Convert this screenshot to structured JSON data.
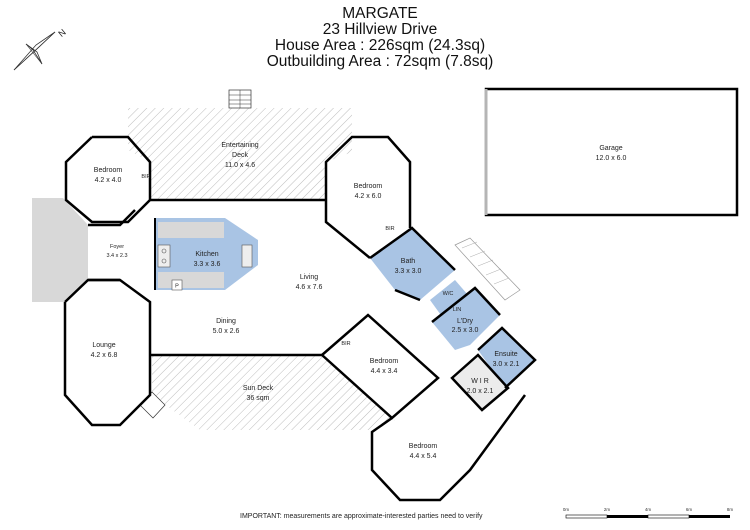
{
  "header": {
    "suburb": "MARGATE",
    "address": "23 Hillview Drive",
    "house_area": "House Area : 226sqm (24.3sq)",
    "outbuilding_area": "Outbuilding Area : 72sqm (7.8sq)"
  },
  "compass": {
    "icon": "north-arrow-icon",
    "label": "N"
  },
  "rooms": {
    "bedroom1": {
      "name": "Bedroom",
      "size": "4.2 x 4.0"
    },
    "bedroom1_bir": {
      "name": "BIR"
    },
    "ent_deck": {
      "name1": "Entertaining",
      "name2": "Deck",
      "size": "11.0 x 4.6"
    },
    "bedroom2": {
      "name": "Bedroom",
      "size": "4.2 x 6.0"
    },
    "bedroom2_bir": {
      "name": "BIR"
    },
    "garage": {
      "name": "Garage",
      "size": "12.0 x 6.0"
    },
    "foyer": {
      "name": "Foyer",
      "size": "3.4 x 2.3"
    },
    "kitchen": {
      "name": "Kitchen",
      "size": "3.3 x 3.6",
      "pantry": "P"
    },
    "living": {
      "name": "Living",
      "size": "4.6 x 7.6"
    },
    "bath": {
      "name": "Bath",
      "size": "3.3 x 3.0"
    },
    "wc": {
      "name": "W/C"
    },
    "lin": {
      "name": "LIN"
    },
    "laundry": {
      "name": "L'Dry",
      "size": "2.5 x 3.0"
    },
    "ensuite": {
      "name": "Ensuite",
      "size": "3.0 x 2.1"
    },
    "wir": {
      "name": "W I R",
      "size": "2.0 x 2.1"
    },
    "lounge": {
      "name": "Lounge",
      "size": "4.2 x 6.8"
    },
    "dining": {
      "name": "Dining",
      "size": "5.0 x 2.6"
    },
    "bedroom3": {
      "name": "Bedroom",
      "size": "4.4 x 3.4"
    },
    "bedroom3_bir": {
      "name": "BIR"
    },
    "sun_deck": {
      "name": "Sun Deck",
      "size": "36 sqm"
    },
    "bedroom4": {
      "name": "Bedroom",
      "size": "4.4 x 5.4"
    }
  },
  "footer": {
    "disclaimer": "IMPORTANT: measurements are approximate-interested parties need to verify",
    "scale": [
      "0m",
      "2m",
      "4m",
      "6m",
      "8m"
    ]
  },
  "colors": {
    "wet_area": "#a9c4e4",
    "wall": "#000000",
    "window": "#b5b5b5",
    "deck_hatch": "#c8c8c8",
    "porch": "#d9d9d9"
  }
}
